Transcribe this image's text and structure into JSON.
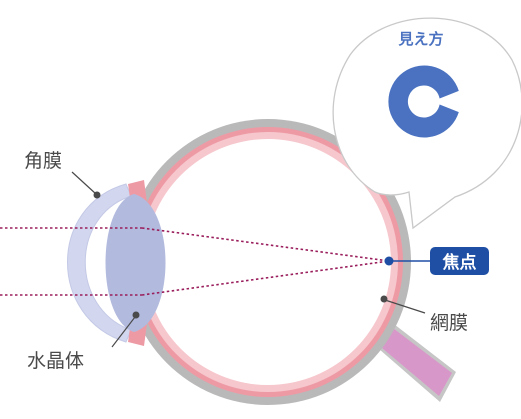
{
  "labels": {
    "cornea": "角膜",
    "lens": "水晶体",
    "retina": "網膜",
    "focus": "焦点",
    "view": "見え方"
  },
  "colors": {
    "sclera": "#b9b9b9",
    "choroid": "#ee9aa5",
    "retina_inner": "#f6c7cd",
    "vitreous": "#ffffff",
    "cornea": "#d2d6ee",
    "lens": "#b2bade",
    "optic_nerve": "#d897c9",
    "accent": "#1f4fa5",
    "ray": "#9a1e5c",
    "c_symbol": "#4a72c0",
    "bubble_border": "#c9c9c9",
    "leader": "#4a4a4a"
  }
}
